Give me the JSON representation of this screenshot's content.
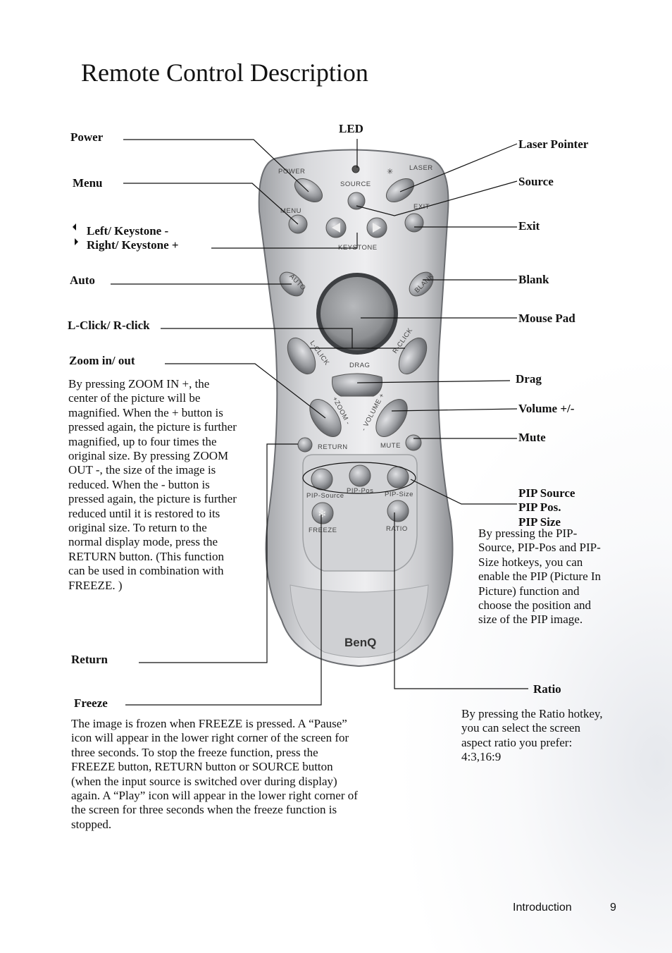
{
  "page": {
    "title": "Remote Control Description",
    "footer": {
      "section": "Introduction",
      "page_number": "9"
    }
  },
  "labels": {
    "power": "Power",
    "led": "LED",
    "laser_pointer": "Laser Pointer",
    "menu": "Menu",
    "source": "Source",
    "left_keystone": "Left/ Keystone -",
    "right_keystone": "Right/ Keystone +",
    "exit": "Exit",
    "auto": "Auto",
    "blank": "Blank",
    "lclick_rclick": "L-Click/ R-click",
    "mouse_pad": "Mouse Pad",
    "zoom": "Zoom in/ out",
    "drag": "Drag",
    "volume": "Volume +/-",
    "mute": "Mute",
    "pip_source": "PIP Source",
    "pip_pos": "PIP Pos.",
    "pip_size": "PIP Size",
    "return": "Return",
    "ratio": "Ratio",
    "freeze": "Freeze"
  },
  "descriptions": {
    "zoom": [
      "By pressing ZOOM IN +, the",
      "center of the picture will be",
      "magnified. When the + button is",
      "pressed again, the picture is further",
      "magnified, up to four times the",
      "original size. By pressing ZOOM",
      "OUT -, the size of the image is",
      "reduced. When the - button is",
      "pressed again, the picture is further",
      "reduced until it is restored to its",
      "original size. To return to the",
      "normal display mode, press the",
      "RETURN button. (This function",
      "can be used in combination with",
      "FREEZE. )"
    ],
    "pip": [
      "By pressing the PIP-",
      "Source, PIP-Pos and PIP-",
      "Size hotkeys, you can",
      "enable the PIP (Picture In",
      "Picture) function and",
      "choose the position and",
      "size of the PIP image."
    ],
    "ratio": [
      "By pressing the Ratio hotkey,",
      "you can select the screen",
      "aspect ratio you prefer:",
      "4:3,16:9"
    ],
    "freeze": [
      "The image is frozen when FREEZE is pressed. A “Pause”",
      "icon will appear in the lower right corner of the screen for",
      "three seconds.  To stop the freeze function, press the",
      "FREEZE button, RETURN button or SOURCE button",
      "(when the input source is switched over during display)",
      "again. A “Play” icon will appear in the lower right corner of",
      "the screen for three seconds when the freeze function is",
      "stopped."
    ]
  },
  "remote": {
    "brand": "BenQ",
    "buttons": {
      "power": "POWER",
      "laser": "LASER",
      "source": "SOURCE",
      "menu": "MENU",
      "exit": "EXIT",
      "keystone": "KEYSTONE",
      "auto": "AUTO",
      "blank": "BLANK",
      "l_click": "L-CLICK",
      "r_click": "R-CLICK",
      "drag": "DRAG",
      "zoom": "+ZOOM -",
      "volume": "- VOLUME +",
      "return": "RETURN",
      "mute": "MUTE",
      "pip_source": "PIP-Source",
      "pip_pos": "PIP-Pos",
      "pip_size": "PIP-Size",
      "freeze": "FREEZE",
      "ratio": "RATIO"
    }
  }
}
